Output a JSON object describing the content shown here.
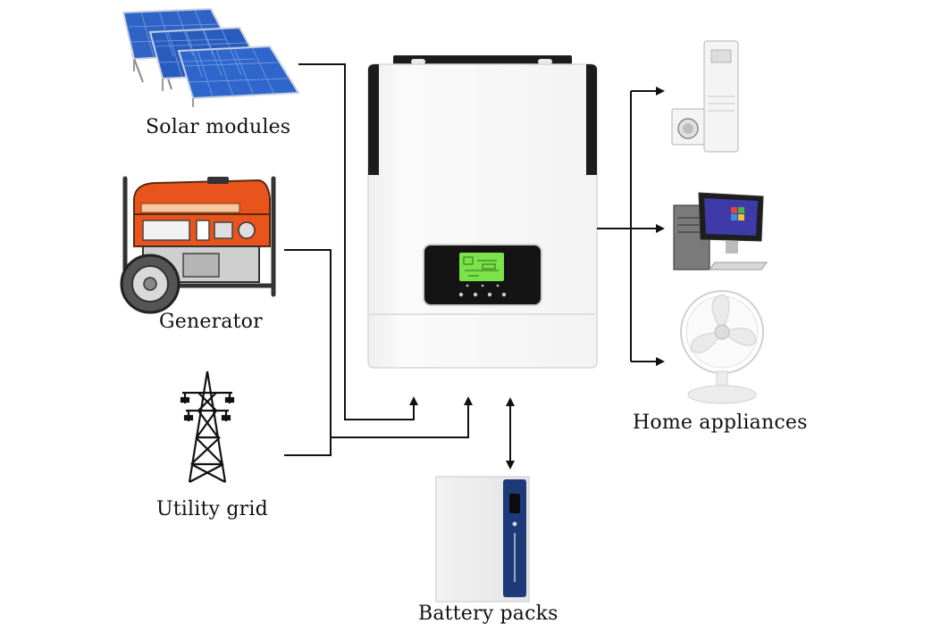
{
  "labels": {
    "solar": "Solar modules",
    "generator": "Generator",
    "grid": "Utility grid",
    "home": "Home appliances",
    "battery": "Battery packs"
  },
  "colors": {
    "line": "#111111",
    "inverter_body": "#f7f7f7",
    "inverter_edge": "#1a1a1a",
    "panel": "#2f63c6",
    "generator": "#e8541c",
    "battery_stripe": "#1d3b78",
    "lcd": "#7be24a"
  }
}
